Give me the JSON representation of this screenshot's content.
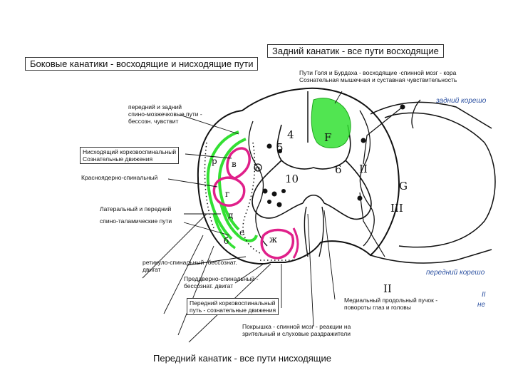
{
  "labels": {
    "posterior_column": "Задний канатик - все пути восходящие",
    "lateral_columns": "Боковые канатики - восходящие и нисходящие пути",
    "goll_burdach_1": "Пути Голя и Бурдаха - восходящие -спинной мозг - кора",
    "goll_burdach_2": "Сознательная мышечная и суставная чувствительность",
    "spinocerebellar_1": "передний и задний",
    "spinocerebellar_2": "спино-мозжечковые пути -",
    "spinocerebellar_3": "бессозн. чувствит",
    "lat_corticospinal_1": "Нисходящий корковоспинальный",
    "lat_corticospinal_2": "Сознательные движения",
    "rubrospinal": "Красноядерно-спинальный",
    "spinothalamic_1": "Латеральный и передний",
    "spinothalamic_2": "спино-таламические пути",
    "reticulospinal_1": "ретикуло-спинальный -бессознат.",
    "reticulospinal_2": "двигат",
    "vestibulospinal_1": "Преддверно-спинальный -",
    "vestibulospinal_2": "бессознат. двигат",
    "ant_corticospinal_1": "Передний корковоспинальный",
    "ant_corticospinal_2": "путь - сознательные движения",
    "tectospinal_1": "Покрышка - спинной мозг - реакции на",
    "tectospinal_2": "зрительный и слуховые раздражители",
    "medial_longitudinal_1": "Медиальный продольный пучок -",
    "medial_longitudinal_2": "повороты глаз и головы",
    "anterior_column": "Передний канатик - все пути нисходящие",
    "dorsal_root": "задний корешо",
    "ventral_root": "передний корешо",
    "right_edge_1": "II",
    "right_edge_2": "не"
  },
  "diagram": {
    "numbers": [
      "4",
      "5",
      "6",
      "10",
      "II",
      "II",
      "III"
    ],
    "capitals": [
      "F",
      "G"
    ],
    "tract_letters": [
      "р",
      "в",
      "г",
      "д",
      "е",
      "б",
      "ж",
      "о"
    ],
    "colors": {
      "green": "#33e033",
      "magenta": "#e0208a",
      "outline": "#111111",
      "root_text": "#2a4fa0"
    }
  }
}
